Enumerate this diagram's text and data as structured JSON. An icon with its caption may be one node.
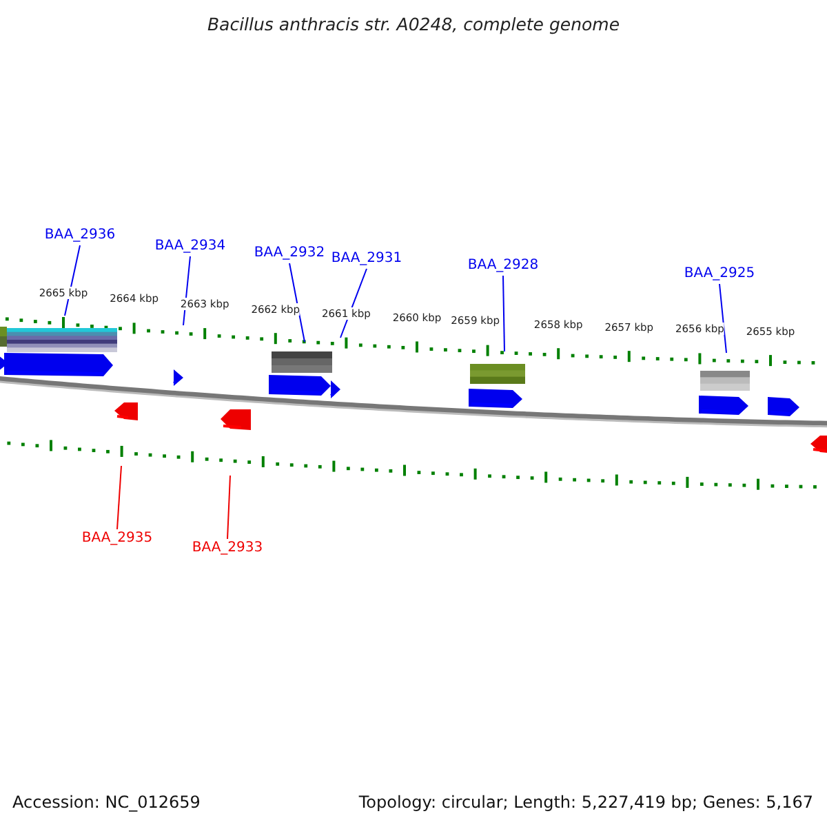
{
  "diagram": {
    "title": "Bacillus anthracis str. A0248, complete genome",
    "nodes": [
      {
        "text": [
          "BAA_2936"
        ]
      },
      {
        "text": [
          "BAA_2934"
        ]
      },
      {
        "text": [
          "BAA_2932"
        ]
      },
      {
        "text": [
          "BAA_2931"
        ]
      },
      {
        "text": [
          "BAA_2928"
        ]
      },
      {
        "text": [
          "BAA_2925"
        ]
      },
      {
        "text": [
          "BAA_2935"
        ]
      },
      {
        "text": [
          "BAA_2933"
        ]
      }
    ],
    "edges": [
      {
        "from": 0,
        "to": null,
        "arrow": "none"
      },
      {
        "from": 1,
        "to": null,
        "arrow": "none"
      },
      {
        "from": 2,
        "to": null,
        "arrow": "none"
      },
      {
        "from": 3,
        "to": null,
        "arrow": "none"
      },
      {
        "from": 4,
        "to": null,
        "arrow": "none"
      },
      {
        "from": 5,
        "to": null,
        "arrow": "none"
      },
      {
        "from": 6,
        "to": null,
        "arrow": "none",
        "color": "#ee0000"
      },
      {
        "from": 7,
        "to": null,
        "arrow": "none",
        "color": "#ee0000"
      }
    ],
    "labels": [
      "2665 kbp",
      "2664 kbp",
      "2663 kbp",
      "2662 kbp",
      "2661 kbp",
      "2660 kbp",
      "2659 kbp",
      "2658 kbp",
      "2657 kbp",
      "2656 kbp",
      "2655 kbp",
      "Accession: NC_012659",
      "Topology: circular; Length: 5,227,419 bp; Genes: 5,167"
    ]
  }
}
